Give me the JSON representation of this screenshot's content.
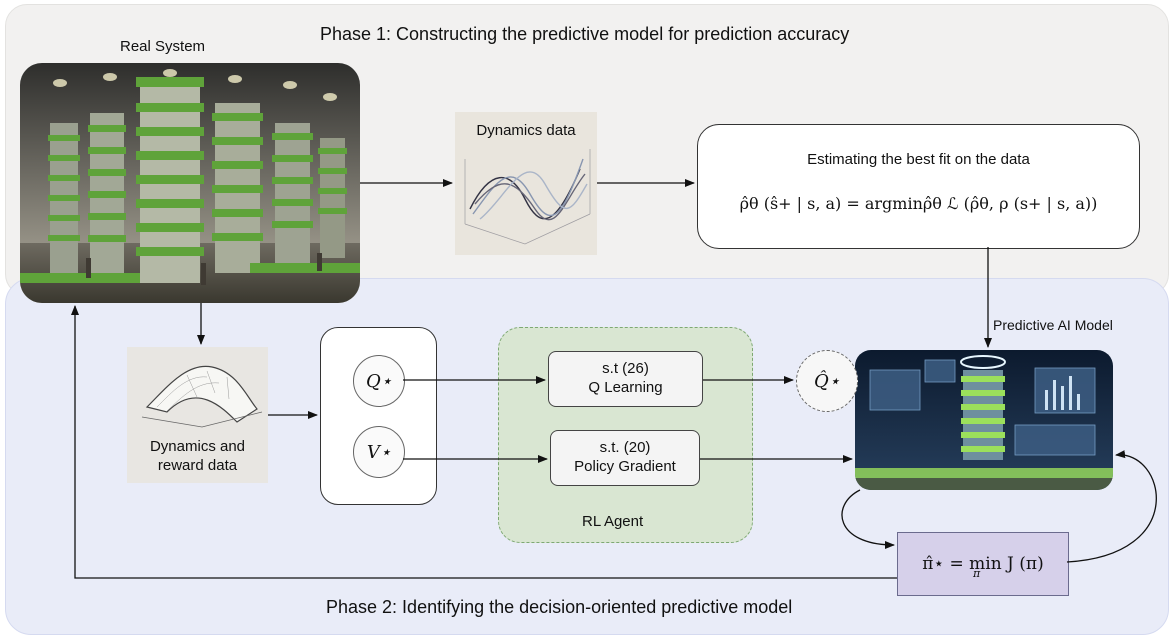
{
  "phase1": {
    "title": "Phase 1: Constructing the predictive model for prediction accuracy"
  },
  "phase2": {
    "title": "Phase 2: Identifying the decision-oriented predictive model"
  },
  "real_system": {
    "label": "Real System"
  },
  "dynamics_data": {
    "label": "Dynamics data"
  },
  "estimate": {
    "title": "Estimating the best fit on the data",
    "formula": "ρ̂θ (ŝ+ | s, a) = argminρ̂θ ℒ (ρ̂θ, ρ (s+ | s, a))"
  },
  "predictive_model": {
    "label": "Predictive AI Model"
  },
  "reward_data": {
    "line1": "Dynamics and",
    "line2": "reward data"
  },
  "q_star": "Q⋆",
  "v_star": "V⋆",
  "q_hat": "Q̂⋆",
  "q_learning": {
    "line1": "s.t (26)",
    "line2": "Q Learning"
  },
  "policy_gradient": {
    "line1": "s.t. (20)",
    "line2": "Policy Gradient"
  },
  "rl_agent": {
    "label": "RL Agent"
  },
  "policy": {
    "formula": "π̂⋆ = min J (π)",
    "sub": "π"
  }
}
